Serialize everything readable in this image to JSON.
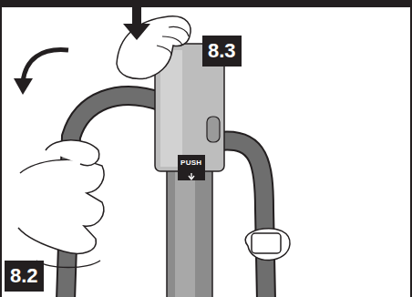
{
  "diagram": {
    "labels": [
      "8.3",
      "8.2",
      "PUSH"
    ]
  }
}
